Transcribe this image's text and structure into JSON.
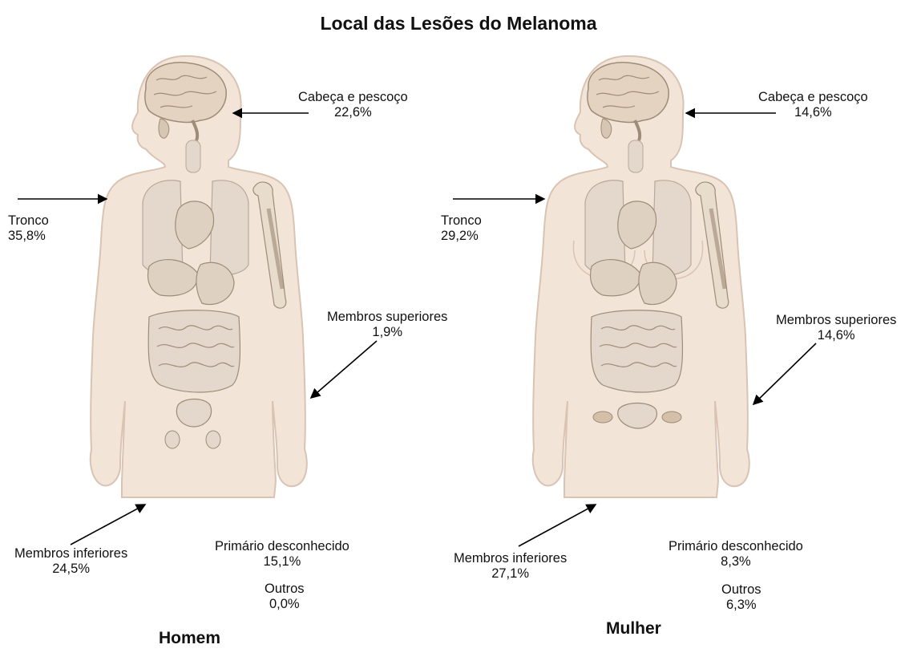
{
  "title": "Local das Lesões do Melanoma",
  "colors": {
    "skin": "#f3e4d8",
    "skin_outline": "#d9c3b2",
    "organ": "#e3d8cb",
    "organ_outline": "#b7a898",
    "arrow": "#000000"
  },
  "figures": [
    {
      "sex": "Homem",
      "sites": {
        "head_neck": {
          "label": "Cabeça e pescoço",
          "value": "22,6%"
        },
        "trunk": {
          "label": "Tronco",
          "value": "35,8%"
        },
        "upper_limbs": {
          "label": "Membros superiores",
          "value": "1,9%"
        },
        "lower_limbs": {
          "label": "Membros inferiores",
          "value": "24,5%"
        },
        "unknown_primary": {
          "label": "Primário desconhecido",
          "value": "15,1%"
        },
        "others": {
          "label": "Outros",
          "value": "0,0%"
        }
      }
    },
    {
      "sex": "Mulher",
      "sites": {
        "head_neck": {
          "label": "Cabeça e pescoço",
          "value": "14,6%"
        },
        "trunk": {
          "label": "Tronco",
          "value": "29,2%"
        },
        "upper_limbs": {
          "label": "Membros superiores",
          "value": "14,6%"
        },
        "lower_limbs": {
          "label": "Membros inferiores",
          "value": "27,1%"
        },
        "unknown_primary": {
          "label": "Primário desconhecido",
          "value": "8,3%"
        },
        "others": {
          "label": "Outros",
          "value": "6,3%"
        }
      }
    }
  ]
}
